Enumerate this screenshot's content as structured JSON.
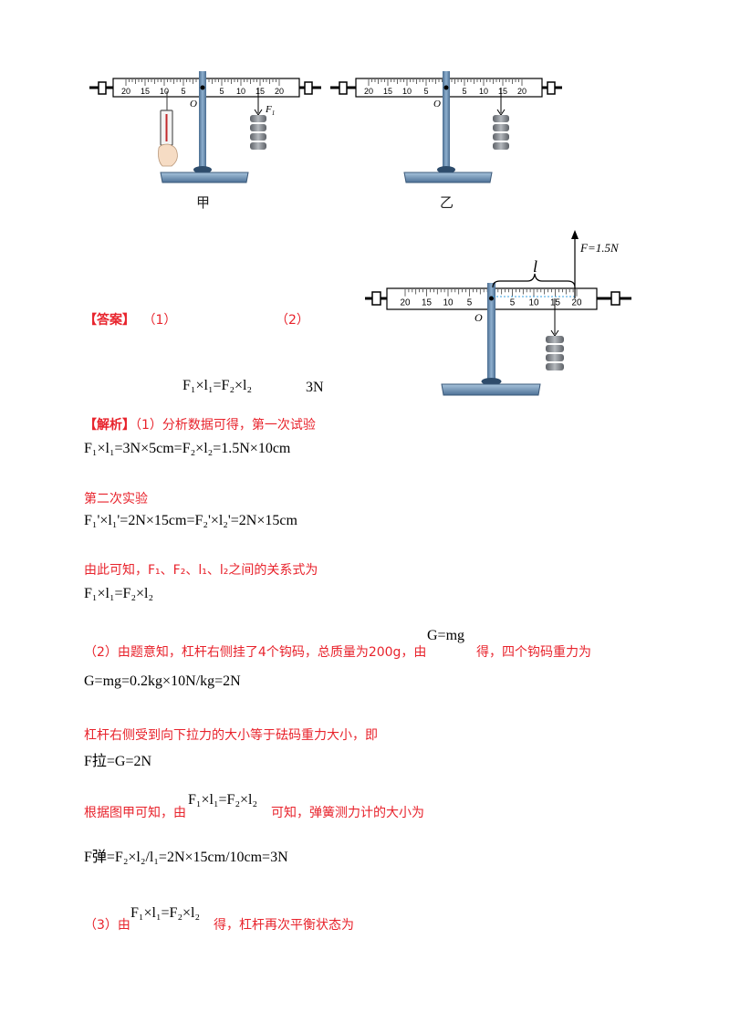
{
  "figures": {
    "jia": {
      "caption": "甲",
      "origin": "O",
      "force_label": "F",
      "force_sub": "1"
    },
    "yi": {
      "caption": "乙",
      "origin": "O"
    },
    "answer_fig": {
      "origin": "O",
      "length_label": "l",
      "force_label": "F=1.5N"
    },
    "ruler_ticks": [
      "20",
      "15",
      "10",
      "5",
      "0",
      "5",
      "10",
      "15",
      "20"
    ]
  },
  "answer": {
    "label": "【答案】",
    "part1": "（1）",
    "part2": "（2）",
    "formula": "F₁×l₁=F₂×l₂",
    "value": "3N"
  },
  "analysis": {
    "label": "【解析】",
    "line1": "（1）分析数据可得，第一次试验",
    "eq1": "F₁×l₁=3N×5cm=F₂×l₂=1.5N×10cm",
    "line2": "第二次实验",
    "eq2": "F₁'×l₁'=2N×15cm=F₂'×l₂'=2N×15cm",
    "line3": "由此可知，F₁、F₂、l₁、l₂之间的关系式为",
    "eq3": "F₁×l₁=F₂×l₂",
    "line4a": "（2）由题意知，杠杆右侧挂了4个钩码，总质量为200g，由",
    "line4_formula": "G=mg",
    "line4b": "得，四个钩码重力为",
    "eq4": "G=mg=0.2kg×10N/kg=2N",
    "line5": "杠杆右侧受到向下拉力的大小等于砝码重力大小，即",
    "eq5": "F拉=G=2N",
    "line6a": "根据图甲可知，由",
    "line6_formula": "F₁×l₁=F₂×l₂",
    "line6b": "可知，弹簧测力计的大小为",
    "eq6": "F弹=F₂×l₂/l₁=2N×15cm/10cm=3N",
    "line7a": "（3）由",
    "line7_formula": "F₁×l₁=F₂×l₂",
    "line7b": "得，杠杆再次平衡状态为"
  },
  "colors": {
    "accent_red": "#e8232c",
    "stand_blue": "#5b7fa3",
    "weight_grey": "#7b7f86"
  }
}
